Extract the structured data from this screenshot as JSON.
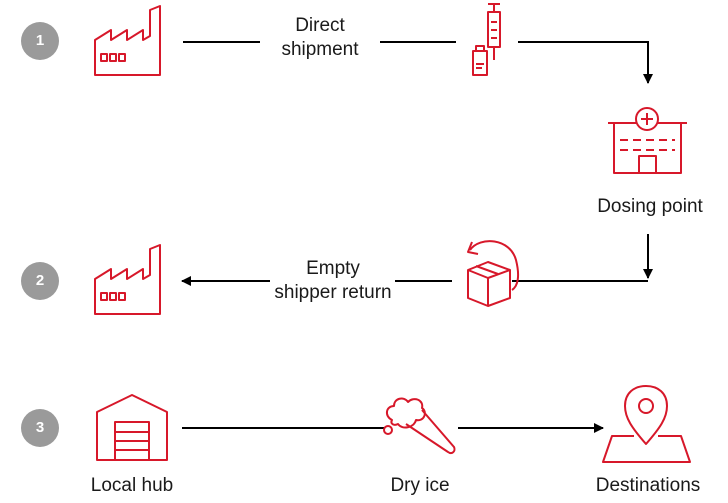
{
  "colors": {
    "accent": "#d7182a",
    "line": "#000000",
    "badge": "#9a9a9a"
  },
  "steps": [
    {
      "number": "1"
    },
    {
      "number": "2"
    },
    {
      "number": "3"
    }
  ],
  "labels": {
    "direct_line1": "Direct",
    "direct_line2": "shipment",
    "dosing_point": "Dosing point",
    "empty_line1": "Empty",
    "empty_line2": "shipper return",
    "local_hub": "Local hub",
    "dry_ice": "Dry ice",
    "destinations": "Destinations"
  },
  "icons": [
    "factory-icon",
    "syringe-vial-icon",
    "hospital-icon",
    "box-return-icon",
    "warehouse-icon",
    "dry-ice-icon",
    "location-pin-icon"
  ]
}
